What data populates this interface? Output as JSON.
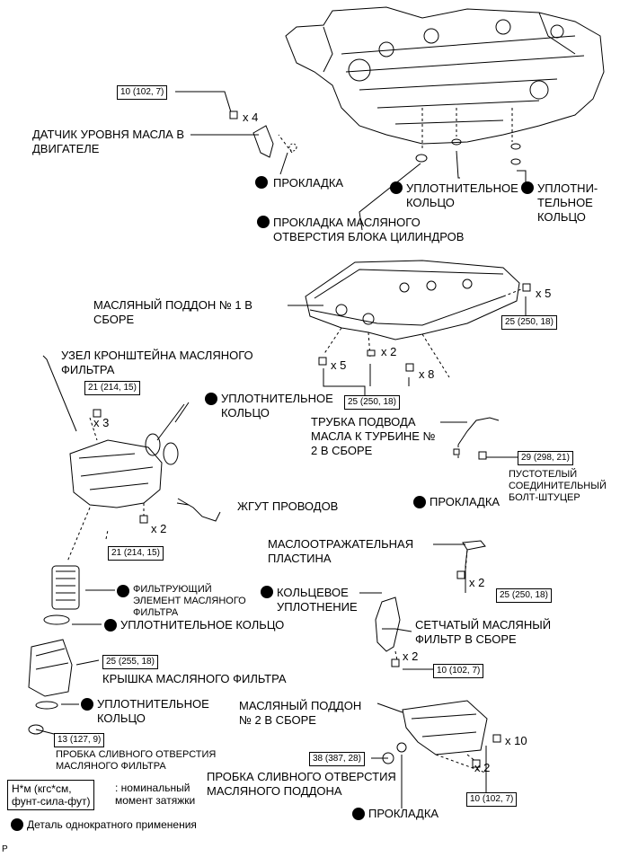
{
  "labels": {
    "oil_level_sensor": [
      "ДАТЧИК УРОВНЯ МАСЛА В",
      "ДВИГАТЕЛЕ"
    ],
    "gasket_top": "ПРОКЛАДКА",
    "oring_center": [
      "УПЛОТНИТЕЛЬНОЕ",
      "КОЛЬЦО"
    ],
    "oring_right": [
      "УПЛОТНИ-",
      "ТЕЛЬНОЕ",
      "КОЛЬЦО"
    ],
    "block_hole_gasket": [
      "ПРОКЛАДКА МАСЛЯНОГО",
      "ОТВЕРСТИЯ БЛОКА ЦИЛИНДРОВ"
    ],
    "oil_pan_1": [
      "МАСЛЯНЫЙ ПОДДОН № 1 В",
      "СБОРЕ"
    ],
    "filter_bracket": [
      "УЗЕЛ КРОНШТЕЙНА МАСЛЯНОГО",
      "ФИЛЬТРА"
    ],
    "oring_bracket": [
      "УПЛОТНИТЕЛЬНОЕ",
      "КОЛЬЦО"
    ],
    "turbo_oil_tube": [
      "ТРУБКА ПОДВОДА",
      "МАСЛА К ТУРБИНЕ №",
      "2 В СБОРЕ"
    ],
    "union_bolt": [
      "ПУСТОТЕЛЫЙ",
      "СОЕДИНИТЕЛЬНЫЙ",
      "БОЛТ-ШТУЦЕР"
    ],
    "gasket_union": "ПРОКЛАДКА",
    "wire_harness": "ЖГУТ ПРОВОДОВ",
    "baffle_plate": [
      "МАСЛООТРАЖАТЕЛЬНАЯ",
      "ПЛАСТИНА"
    ],
    "filter_element": [
      "ФИЛЬТРУЮЩИЙ",
      "ЭЛЕМЕНТ МАСЛЯНОГО",
      "ФИЛЬТРА"
    ],
    "oring_filter": "УПЛОТНИТЕЛЬНОЕ КОЛЬЦО",
    "ring_seal": [
      "КОЛЬЦЕВОЕ",
      "УПЛОТНЕНИЕ"
    ],
    "strainer": [
      "СЕТЧАТЫЙ МАСЛЯНЫЙ",
      "ФИЛЬТР В СБОРЕ"
    ],
    "filter_cap": "КРЫШКА МАСЛЯНОГО ФИЛЬТРА",
    "oring_cap": [
      "УПЛОТНИТЕЛЬНОЕ",
      "КОЛЬЦО"
    ],
    "oil_pan_2": [
      "МАСЛЯНЫЙ ПОДДОН",
      "№ 2 В СБОРЕ"
    ],
    "filter_drain_plug": [
      "ПРОБКА СЛИВНОГО ОТВЕРСТИЯ",
      "МАСЛЯНОГО ФИЛЬТРА"
    ],
    "pan_drain_plug": [
      "ПРОБКА СЛИВНОГО ОТВЕРСТИЯ",
      "МАСЛЯНОГО ПОДДОНА"
    ],
    "gasket_bottom": "ПРОКЛАДКА"
  },
  "torques": {
    "t1": "10 (102, 7)",
    "t2": "25 (250, 18)",
    "t3": "21 (214, 15)",
    "t4": "25 (250, 18)",
    "t5": "29 (298, 21)",
    "t6": "21 (214, 15)",
    "t7": "25 (250, 18)",
    "t8": "25 (255, 18)",
    "t9": "10 (102, 7)",
    "t10": "13 (127, 9)",
    "t11": "38 (387, 28)",
    "t12": "10 (102, 7)"
  },
  "quantities": {
    "q1": "x 4",
    "q2": "x 5",
    "q3": "x 5",
    "q4": "x 2",
    "q5": "x 8",
    "q6": "x 3",
    "q7": "x 2",
    "q8": "x 2",
    "q9": "x 2",
    "q10": "x 10",
    "q11": "x 2"
  },
  "legend": {
    "unit_box": [
      "Н*м (кгс*см,",
      "фунт-сила-фут)"
    ],
    "unit_desc": [
      ": номинальный",
      "момент затяжки"
    ],
    "single_use": "Деталь однократного применения",
    "page_code": "P"
  }
}
